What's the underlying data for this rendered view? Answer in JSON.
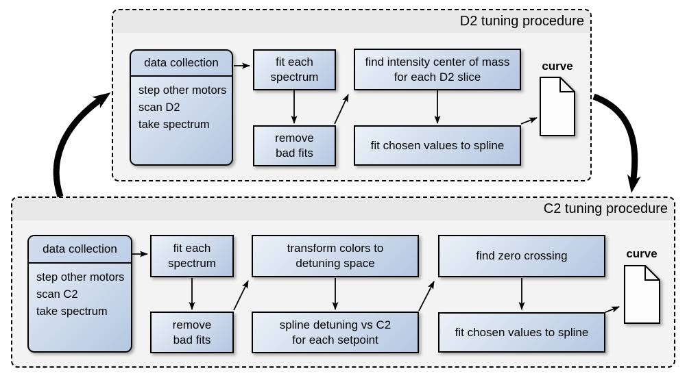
{
  "colors": {
    "box_light": "#ebf1f8",
    "box_dark": "#b4c7e1",
    "header_light": "#d2deef",
    "header_dark": "#bccee6",
    "container_bg": "#f3f3f3",
    "container_strip": "#e8e8e8",
    "border": "#000000",
    "arrow": "#000000"
  },
  "d2": {
    "title": "D2 tuning procedure",
    "data_collection": {
      "header": "data collection",
      "body": "step other motors\nscan D2\ntake spectrum"
    },
    "fit_each_spectrum": "fit each\nspectrum",
    "remove_bad_fits": "remove\nbad fits",
    "find_intensity_com": "find intensity center of mass\nfor each D2 slice",
    "fit_chosen_values": "fit chosen values to spline",
    "curve_label": "curve"
  },
  "c2": {
    "title": "C2 tuning procedure",
    "data_collection": {
      "header": "data collection",
      "body": "step other motors\nscan C2\ntake spectrum"
    },
    "fit_each_spectrum": "fit each\nspectrum",
    "remove_bad_fits": "remove\nbad fits",
    "transform_colors": "transform colors to\ndetuning space",
    "spline_detuning": "spline detuning vs C2\nfor each setpoint",
    "find_zero_crossing": "find zero crossing",
    "fit_chosen_values": "fit chosen values to spline",
    "curve_label": "curve"
  }
}
